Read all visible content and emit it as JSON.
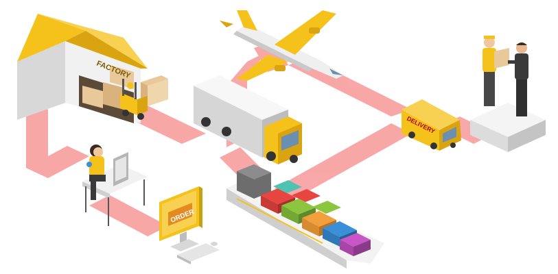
{
  "scene": {
    "factory_sign": "FACTORY",
    "van_sign": "DELIVERY",
    "screen_sign": "ORDER"
  },
  "colors": {
    "path": "#f8a3a3",
    "path_dark": "#f28a8a",
    "yellow": "#f5c21b",
    "yellow_dark": "#d9a40f",
    "gray_light": "#eeeeee",
    "gray_mid": "#c8c8c8",
    "gray_dark": "#8c8c8c",
    "box": "#e9c99a",
    "container_colors": [
      "#e7453f",
      "#8cc63f",
      "#3b8fd9",
      "#f2a03d",
      "#c856c7",
      "#4fc3b1"
    ]
  },
  "icons": [
    "factory-icon",
    "forklift-icon",
    "truck-icon",
    "airplane-icon",
    "delivery-van-icon",
    "customer-handoff-icon",
    "cargo-ship-icon",
    "computer-order-icon",
    "operator-icon"
  ]
}
